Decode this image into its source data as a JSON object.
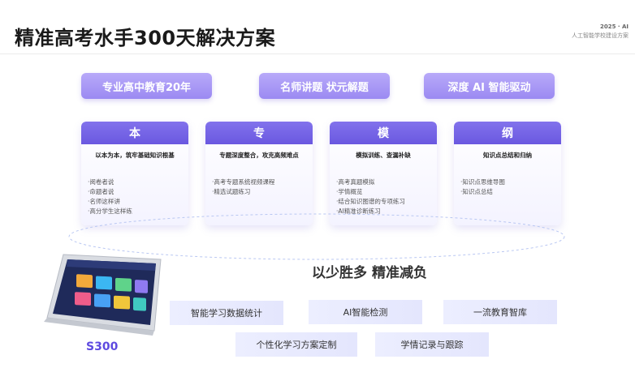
{
  "title": "精准高考水手300天解决方案",
  "corner": {
    "line1": "2025 · AI",
    "line2": "人工智能学校建设方案"
  },
  "banners": [
    "专业高中教育20年",
    "名师讲题  状元解题",
    "深度 AI 智能驱动"
  ],
  "cards": [
    {
      "head": "本",
      "subtitle": "以本为本，筑牢基础知识根基",
      "items": [
        "·阅卷者说",
        "·命题者说",
        "·名师这样讲",
        "·高分学生这样练"
      ]
    },
    {
      "head": "专",
      "subtitle": "专题深度整合，攻克高频难点",
      "items": [
        "·高考专题系统视频课程",
        "·精选试题练习"
      ]
    },
    {
      "head": "模",
      "subtitle": "模拟训练、查漏补缺",
      "items": [
        "·高考真题模拟",
        "·学情概览",
        "·结合知识图谱的专项练习",
        "·AI精准诊断练习"
      ]
    },
    {
      "head": "纲",
      "subtitle": "知识点总结和归纳",
      "items": [
        "·知识点思维导图",
        "·知识点总结"
      ]
    }
  ],
  "slogan": "以少胜多 精准减负",
  "features": [
    "智能学习数据统计",
    "AI智能检测",
    "一流教育智库",
    "个性化学习方案定制",
    "学情记录与跟踪"
  ],
  "device": {
    "label": "S300"
  },
  "colors": {
    "accent": "#6a58e0",
    "banner": "#a393f5",
    "feature_bg": "#e8eafe"
  }
}
